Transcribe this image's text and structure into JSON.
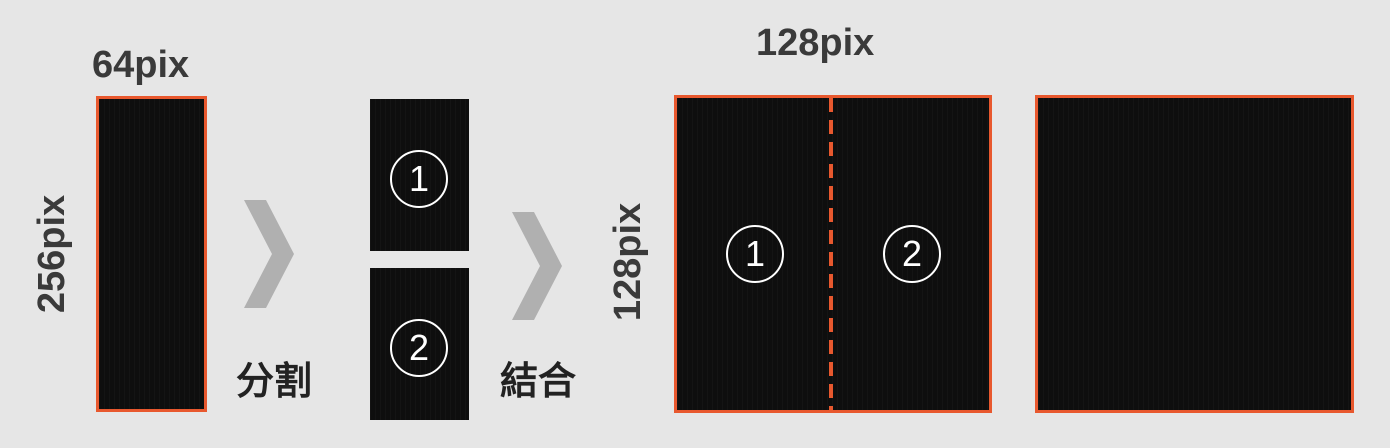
{
  "labels": {
    "original_width": "64pix",
    "original_height": "256pix",
    "split": "分割",
    "combine": "結合",
    "combined_width": "128pix",
    "combined_height": "128pix"
  },
  "pieces": {
    "piece1": "1",
    "piece2": "2"
  },
  "combined": {
    "left": "1",
    "right": "2"
  },
  "colors": {
    "border": "#e8582e",
    "arrow": "#b0b0b0",
    "background": "#e6e6e6"
  },
  "icons": {
    "arrow": "chevron-right-icon"
  }
}
